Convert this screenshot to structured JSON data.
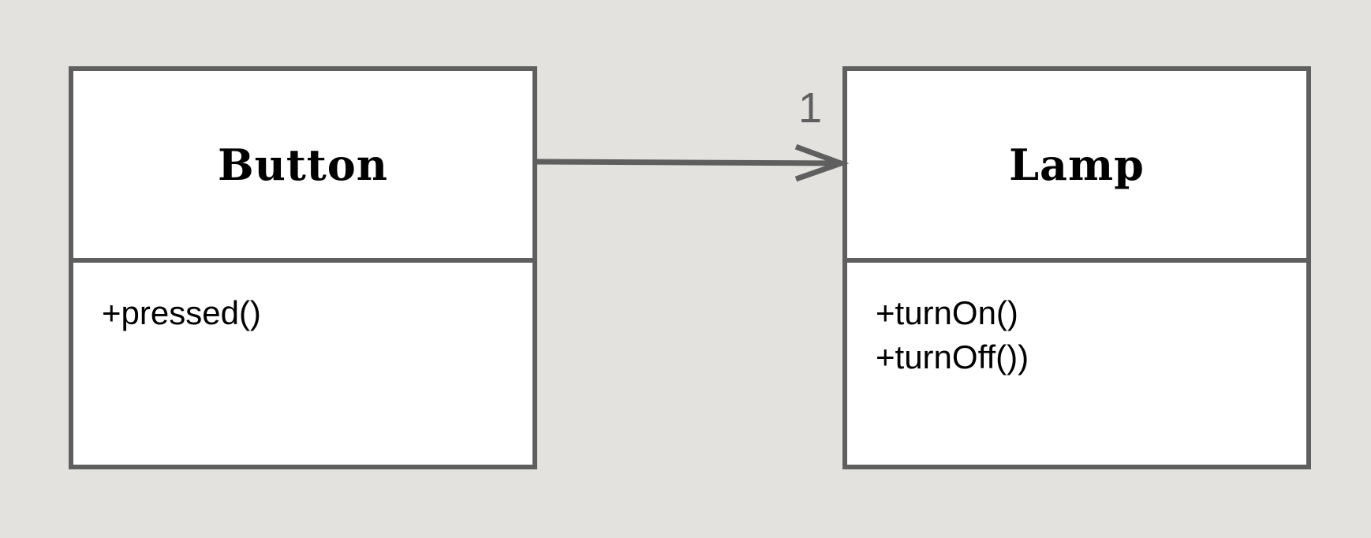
{
  "classes": {
    "button": {
      "name": "Button",
      "methods": [
        "+pressed()"
      ]
    },
    "lamp": {
      "name": "Lamp",
      "methods": [
        "+turnOn()",
        "+turnOff())"
      ]
    }
  },
  "association": {
    "multiplicity": "1"
  },
  "colors": {
    "background": "#e3e2df",
    "stroke": "#5f5f5f",
    "box_fill": "#ffffff"
  }
}
